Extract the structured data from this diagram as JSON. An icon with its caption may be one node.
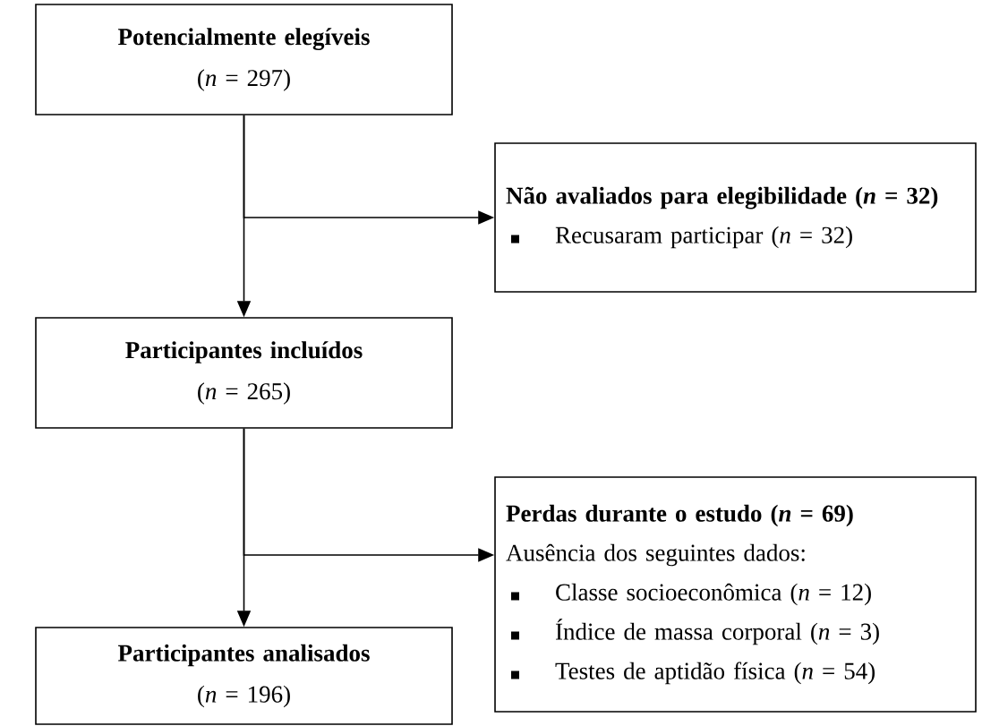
{
  "diagram": {
    "nodes": [
      {
        "text": [
          "Potencialmente elegíveis",
          "(*n* = 297)"
        ]
      },
      {
        "text": [
          "Não avaliados para elegibilidade (*n* = 32)",
          "Recusaram participar (*n* = 32)"
        ]
      },
      {
        "text": [
          "Participantes incluídos",
          "(*n* = 265)"
        ]
      },
      {
        "text": [
          "Perdas durante o estudo (*n* = 69)",
          "Ausência dos seguintes dados:",
          "Classe socioeconômica (*n* = 12)",
          "Índice de massa corporal (*n* = 3)",
          "Testes de aptidão física (*n* = 54)"
        ]
      },
      {
        "text": [
          "Participantes analisados",
          "(*n* = 196)"
        ]
      }
    ],
    "edges": [
      {
        "from": 0,
        "to": 2,
        "arrow": "to"
      },
      {
        "from": 0,
        "to": 1,
        "arrow": "to"
      },
      {
        "from": 2,
        "to": 4,
        "arrow": "to"
      },
      {
        "from": 2,
        "to": 3,
        "arrow": "to"
      }
    ]
  }
}
